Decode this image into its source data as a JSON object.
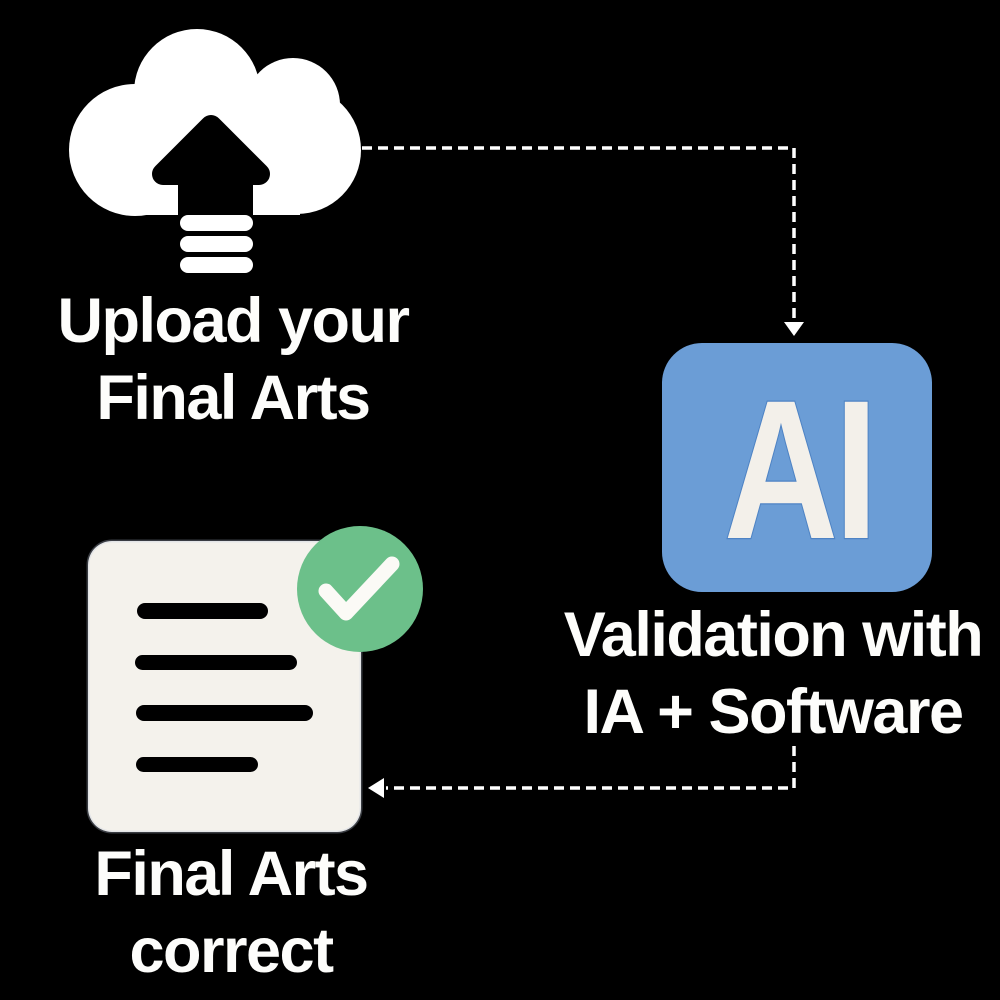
{
  "background_color": "#000000",
  "flow": {
    "steps": [
      {
        "id": "upload",
        "icon": "cloud-upload-icon",
        "label_line1": "Upload your",
        "label_line2": "Final Arts"
      },
      {
        "id": "validation",
        "icon": "ai-badge-icon",
        "badge_text": "AI",
        "label_line1": "Validation with",
        "label_line2": "IA + Software"
      },
      {
        "id": "correct",
        "icon": "document-check-icon",
        "label_line1": "Final Arts",
        "label_line2": "correct"
      }
    ],
    "connectors": [
      {
        "from": "upload",
        "to": "validation",
        "style": "dashed",
        "arrow": "down"
      },
      {
        "from": "validation",
        "to": "correct",
        "style": "dashed",
        "arrow": "left"
      }
    ]
  },
  "colors": {
    "background": "#000000",
    "icon_white": "#FFFFFF",
    "connector_white": "#FFFFFF",
    "text_white": "#FDFDFB",
    "ai_box_blue": "#6B9DD6",
    "ai_letter_cream": "#F3F0EA",
    "ai_letter_outline": "#4E83C4",
    "document_cream": "#F4F2EC",
    "document_line_dark": "#000000",
    "check_green": "#6CC08A",
    "check_mark_white": "#FBFAF6"
  }
}
